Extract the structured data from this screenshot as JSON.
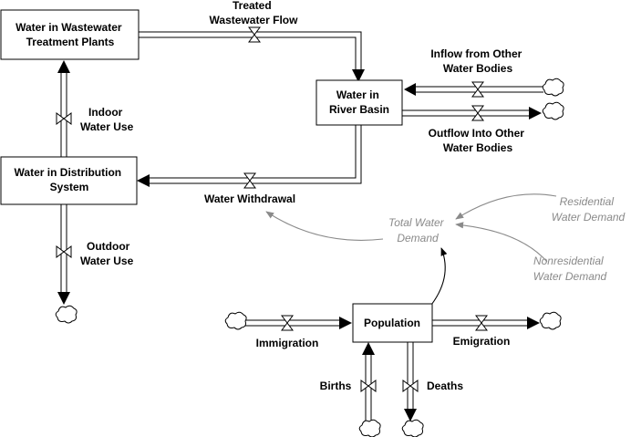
{
  "stocks": {
    "wastewater": [
      "Water in Wastewater",
      "Treatment Plants"
    ],
    "river": [
      "Water in",
      "River Basin"
    ],
    "distribution": [
      "Water in Distribution",
      "System"
    ],
    "population": [
      "Population"
    ]
  },
  "flows": {
    "treated": [
      "Treated",
      "Wastewater Flow"
    ],
    "inflow": [
      "Inflow from Other",
      "Water Bodies"
    ],
    "outflow": [
      "Outflow Into Other",
      "Water Bodies"
    ],
    "indoor": [
      "Indoor",
      "Water Use"
    ],
    "withdrawal": [
      "Water Withdrawal"
    ],
    "outdoor": [
      "Outdoor",
      "Water Use"
    ],
    "immigration": [
      "Immigration"
    ],
    "emigration": [
      "Emigration"
    ],
    "births": [
      "Births"
    ],
    "deaths": [
      "Deaths"
    ]
  },
  "auxiliaries": {
    "total": [
      "Total Water",
      "Demand"
    ],
    "residential": [
      "Residential",
      "Water Demand"
    ],
    "nonresidential": [
      "Nonresidential",
      "Water Demand"
    ]
  }
}
